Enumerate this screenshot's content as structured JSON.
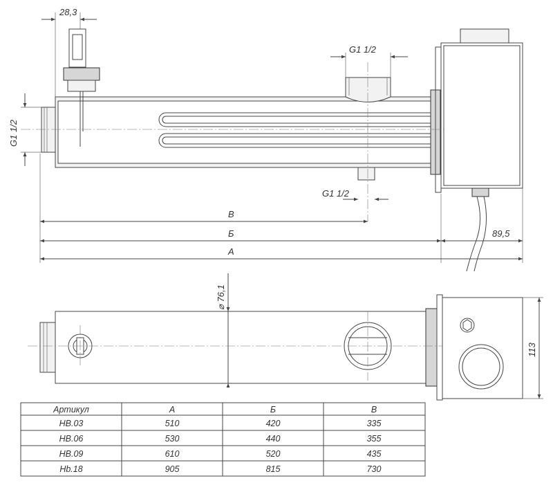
{
  "dimensions": {
    "probe_offset": "28,3",
    "thread_top": "G1 1/2",
    "thread_left": "G1 1/2",
    "thread_bottom": "G1 1/2",
    "length_b": "В",
    "length_bb": "Б",
    "length_a": "А",
    "box_depth": "89,5",
    "diameter": "⌀ 76,1",
    "box_height": "113"
  },
  "table": {
    "headers": [
      "Артикул",
      "А",
      "Б",
      "В"
    ],
    "rows": [
      [
        "HB.03",
        "510",
        "420",
        "335"
      ],
      [
        "HB.06",
        "530",
        "440",
        "355"
      ],
      [
        "HB.09",
        "610",
        "520",
        "435"
      ],
      [
        "Hb.18",
        "905",
        "815",
        "730"
      ]
    ]
  }
}
